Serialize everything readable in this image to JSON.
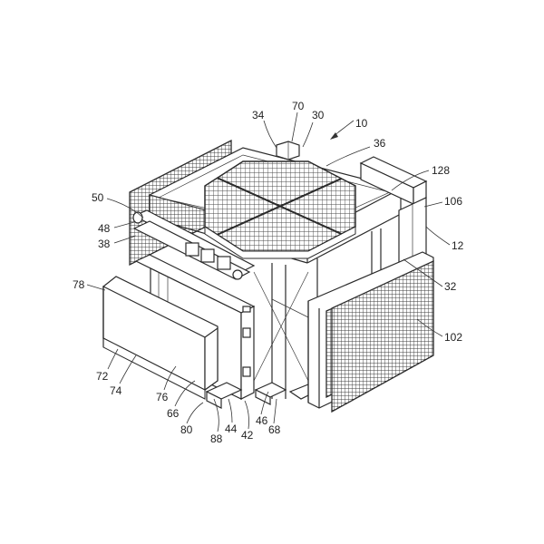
{
  "figure": {
    "labels": [
      {
        "id": "l10",
        "text": "10"
      },
      {
        "id": "l12",
        "text": "12"
      },
      {
        "id": "l30",
        "text": "30"
      },
      {
        "id": "l32",
        "text": "32"
      },
      {
        "id": "l34",
        "text": "34"
      },
      {
        "id": "l36",
        "text": "36"
      },
      {
        "id": "l38",
        "text": "38"
      },
      {
        "id": "l42",
        "text": "42"
      },
      {
        "id": "l44",
        "text": "44"
      },
      {
        "id": "l46",
        "text": "46"
      },
      {
        "id": "l48",
        "text": "48"
      },
      {
        "id": "l50",
        "text": "50"
      },
      {
        "id": "l66",
        "text": "66"
      },
      {
        "id": "l68",
        "text": "68"
      },
      {
        "id": "l70",
        "text": "70"
      },
      {
        "id": "l72",
        "text": "72"
      },
      {
        "id": "l74",
        "text": "74"
      },
      {
        "id": "l76",
        "text": "76"
      },
      {
        "id": "l78",
        "text": "78"
      },
      {
        "id": "l80",
        "text": "80"
      },
      {
        "id": "l88",
        "text": "88"
      },
      {
        "id": "l102",
        "text": "102"
      },
      {
        "id": "l106",
        "text": "106"
      },
      {
        "id": "l128",
        "text": "128"
      }
    ]
  }
}
